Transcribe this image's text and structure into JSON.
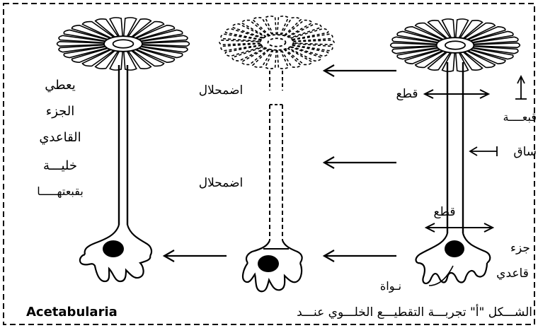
{
  "labels": {
    "left_text_1": "يعطي",
    "left_text_2": "الجزء",
    "left_text_3": "القاعدي",
    "left_text_4": "خليـــة",
    "left_text_5": "بقبعتهـــــا",
    "dissolve_top": "اضمحلال",
    "dissolve_mid": "اضمحلال",
    "cut_top": "قطع",
    "cut_bottom": "قطع",
    "cap_label": "قبعــــة",
    "stalk_label": "ساق",
    "basal_part_1": "جزء",
    "basal_part_2": "قاعدي",
    "nucleus_label": "نـواة"
  },
  "caption": {
    "arabic": "الشـــكل \"أ\" تجربـــة التقطيـــع الخلـــوي عنـــد",
    "latin": "Acetabularia"
  },
  "icons": {
    "arrow": "left-arrow-icon",
    "double_arrow": "double-arrow-icon",
    "up_arrow": "up-arrow-icon"
  }
}
